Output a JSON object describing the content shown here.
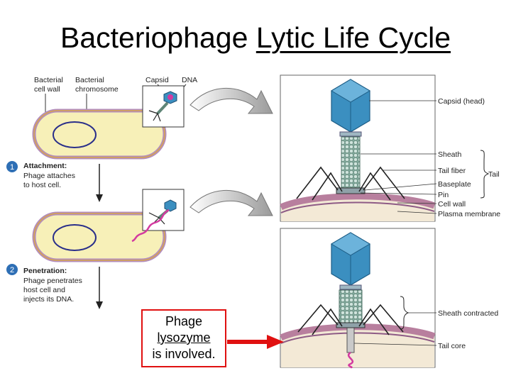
{
  "title": {
    "part1": "Bacteriophage",
    "part2": "Lytic Life Cycle"
  },
  "labels": {
    "bacterial_cell_wall": [
      "Bacterial",
      "cell wall"
    ],
    "bacterial_chromosome": [
      "Bacterial",
      "chromosome"
    ],
    "capsid": "Capsid",
    "dna": "DNA"
  },
  "steps": [
    {
      "number": "1",
      "title": "Attachment:",
      "lines": [
        "Phage attaches",
        "to host cell."
      ]
    },
    {
      "number": "2",
      "title": "Penetration:",
      "lines": [
        "Phage penetrates",
        "host cell and",
        "injects its DNA."
      ]
    }
  ],
  "right_labels": {
    "capsid_head": "Capsid (head)",
    "sheath": "Sheath",
    "tail_fiber": "Tail fiber",
    "baseplate": "Baseplate",
    "pin": "Pin",
    "cell_wall": "Cell wall",
    "plasma_membrane": "Plasma membrane",
    "tail": "Tail",
    "sheath_contracted": "Sheath contracted",
    "tail_core": "Tail core"
  },
  "callout": {
    "line1": "Phage",
    "line2": "lysozyme",
    "line3": "is involved."
  },
  "colors": {
    "capsid": "#3b8fc0",
    "cell_fill": "#f7f0b8",
    "cell_border": "#9e6fa8",
    "step_badge": "#2e6fb5",
    "arrow": "#e01010"
  }
}
